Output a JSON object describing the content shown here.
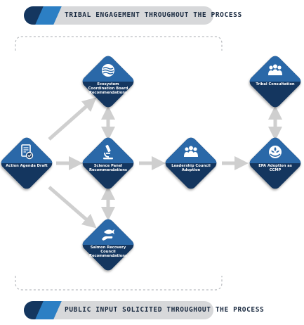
{
  "banners": {
    "top": "TRIBAL ENGAGEMENT THROUGHOUT THE PROCESS",
    "bottom": "PUBLIC INPUT SOLICITED THROUGHOUT THE PROCESS"
  },
  "nodes": {
    "action_agenda": "Action Agenda Draft",
    "ecosystem_board": "Ecosystem Coordination Board Recommendations",
    "science_panel": "Science Panel Recommendations",
    "salmon_council": "Salmon Recovery Council Recommendations",
    "leadership_council": "Leadership Council Adoption",
    "tribal_consultation": "Tribal Consultation",
    "epa_adoption": "EPA Adoption as CCMP"
  },
  "colors": {
    "navy": "#14365f",
    "blue": "#2a68a8",
    "accent_blue": "#2c7fc4",
    "arrow_gray": "#cfcfcf",
    "banner_gray": "#d7d8da"
  },
  "icons": {
    "action_agenda": "document-check-icon",
    "ecosystem_board": "waves-icon",
    "science_panel": "microscope-icon",
    "salmon_council": "salmon-hand-icon",
    "leadership_council": "group-icon",
    "tribal_consultation": "group-icon",
    "epa_adoption": "epa-flower-icon"
  }
}
